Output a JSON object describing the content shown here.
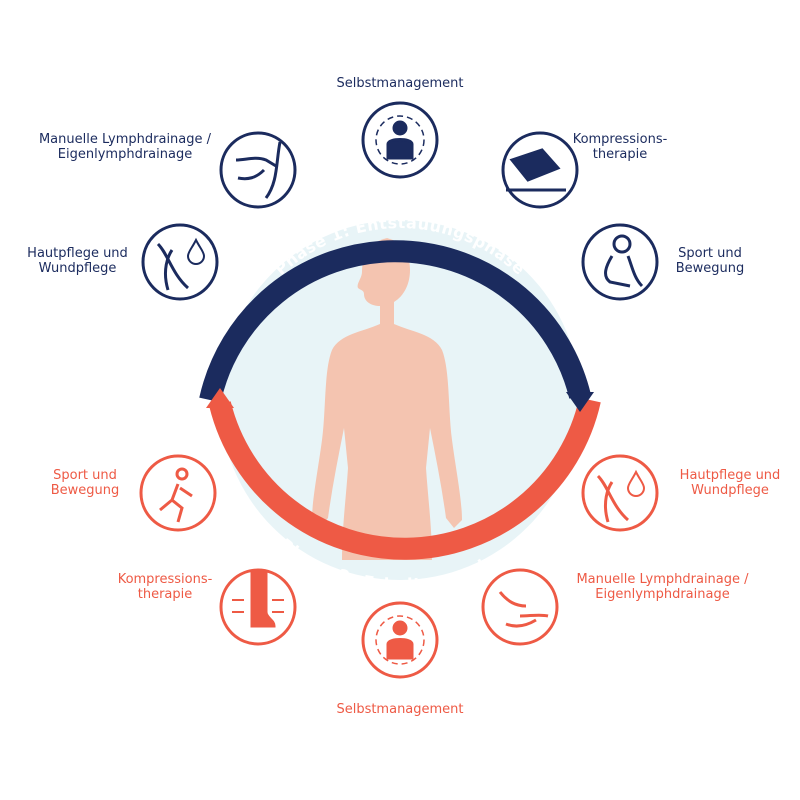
{
  "colors": {
    "phase1": "#1b2b5e",
    "phase2": "#ee5a45",
    "inner": "#e8f4f7",
    "body": "#f4c4b0"
  },
  "phase1": {
    "title": "Phase 1: Entstauungsphase",
    "items": [
      {
        "label": "Selbstmanagement",
        "icon": "self-management-icon"
      },
      {
        "label": "Manuelle Lymphdrainage /",
        "label2": "Eigenlymphdrainage",
        "icon": "lymph-drainage-icon"
      },
      {
        "label": "Kompressions-",
        "label2": "therapie",
        "icon": "compression-bandage-icon"
      },
      {
        "label": "Hautpflege und",
        "label2": "Wundpflege",
        "icon": "skin-care-icon"
      },
      {
        "label": "Sport und",
        "label2": "Bewegung",
        "icon": "exercise-icon"
      }
    ]
  },
  "phase2": {
    "title": "Phase 2: Erhaltungsphase",
    "items": [
      {
        "label": "Sport und",
        "label2": "Bewegung",
        "icon": "running-icon"
      },
      {
        "label": "Hautpflege und",
        "label2": "Wundpflege",
        "icon": "skin-care-icon"
      },
      {
        "label": "Kompressions-",
        "label2": "therapie",
        "icon": "compression-stocking-icon"
      },
      {
        "label": "Manuelle Lymphdrainage /",
        "label2": "Eigenlymphdrainage",
        "icon": "lymph-drainage-icon"
      },
      {
        "label": "Selbstmanagement",
        "icon": "self-management-icon"
      }
    ]
  }
}
